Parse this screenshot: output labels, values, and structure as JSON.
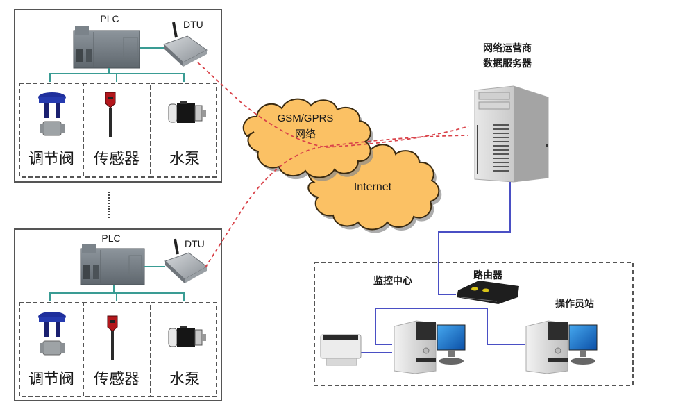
{
  "site_units": [
    {
      "plc_label": "PLC",
      "dtu_label": "DTU",
      "devices": [
        {
          "label": "调节阀",
          "icon": "control-valve-icon"
        },
        {
          "label": "传感器",
          "icon": "sensor-icon"
        },
        {
          "label": "水泵",
          "icon": "water-pump-icon"
        }
      ]
    },
    {
      "plc_label": "PLC",
      "dtu_label": "DTU",
      "devices": [
        {
          "label": "调节阀",
          "icon": "control-valve-icon"
        },
        {
          "label": "传感器",
          "icon": "sensor-icon"
        },
        {
          "label": "水泵",
          "icon": "water-pump-icon"
        }
      ]
    }
  ],
  "networks": {
    "gsm": {
      "line1": "GSM/GPRS",
      "line2": "网络"
    },
    "internet": {
      "label": "Internet"
    }
  },
  "server": {
    "line1": "网络运营商",
    "line2": "数据服务器"
  },
  "monitor_center": {
    "title": "监控中心",
    "router_label": "路由器",
    "operator_label": "操作员站"
  },
  "colors": {
    "cloud_fill": "#fbc164",
    "cloud_stroke": "#3a2a10",
    "wireless_link": "#d9434a",
    "lan_link": "#4a4fc4",
    "field_bus": "#3a9c94",
    "box_border": "#555555"
  }
}
